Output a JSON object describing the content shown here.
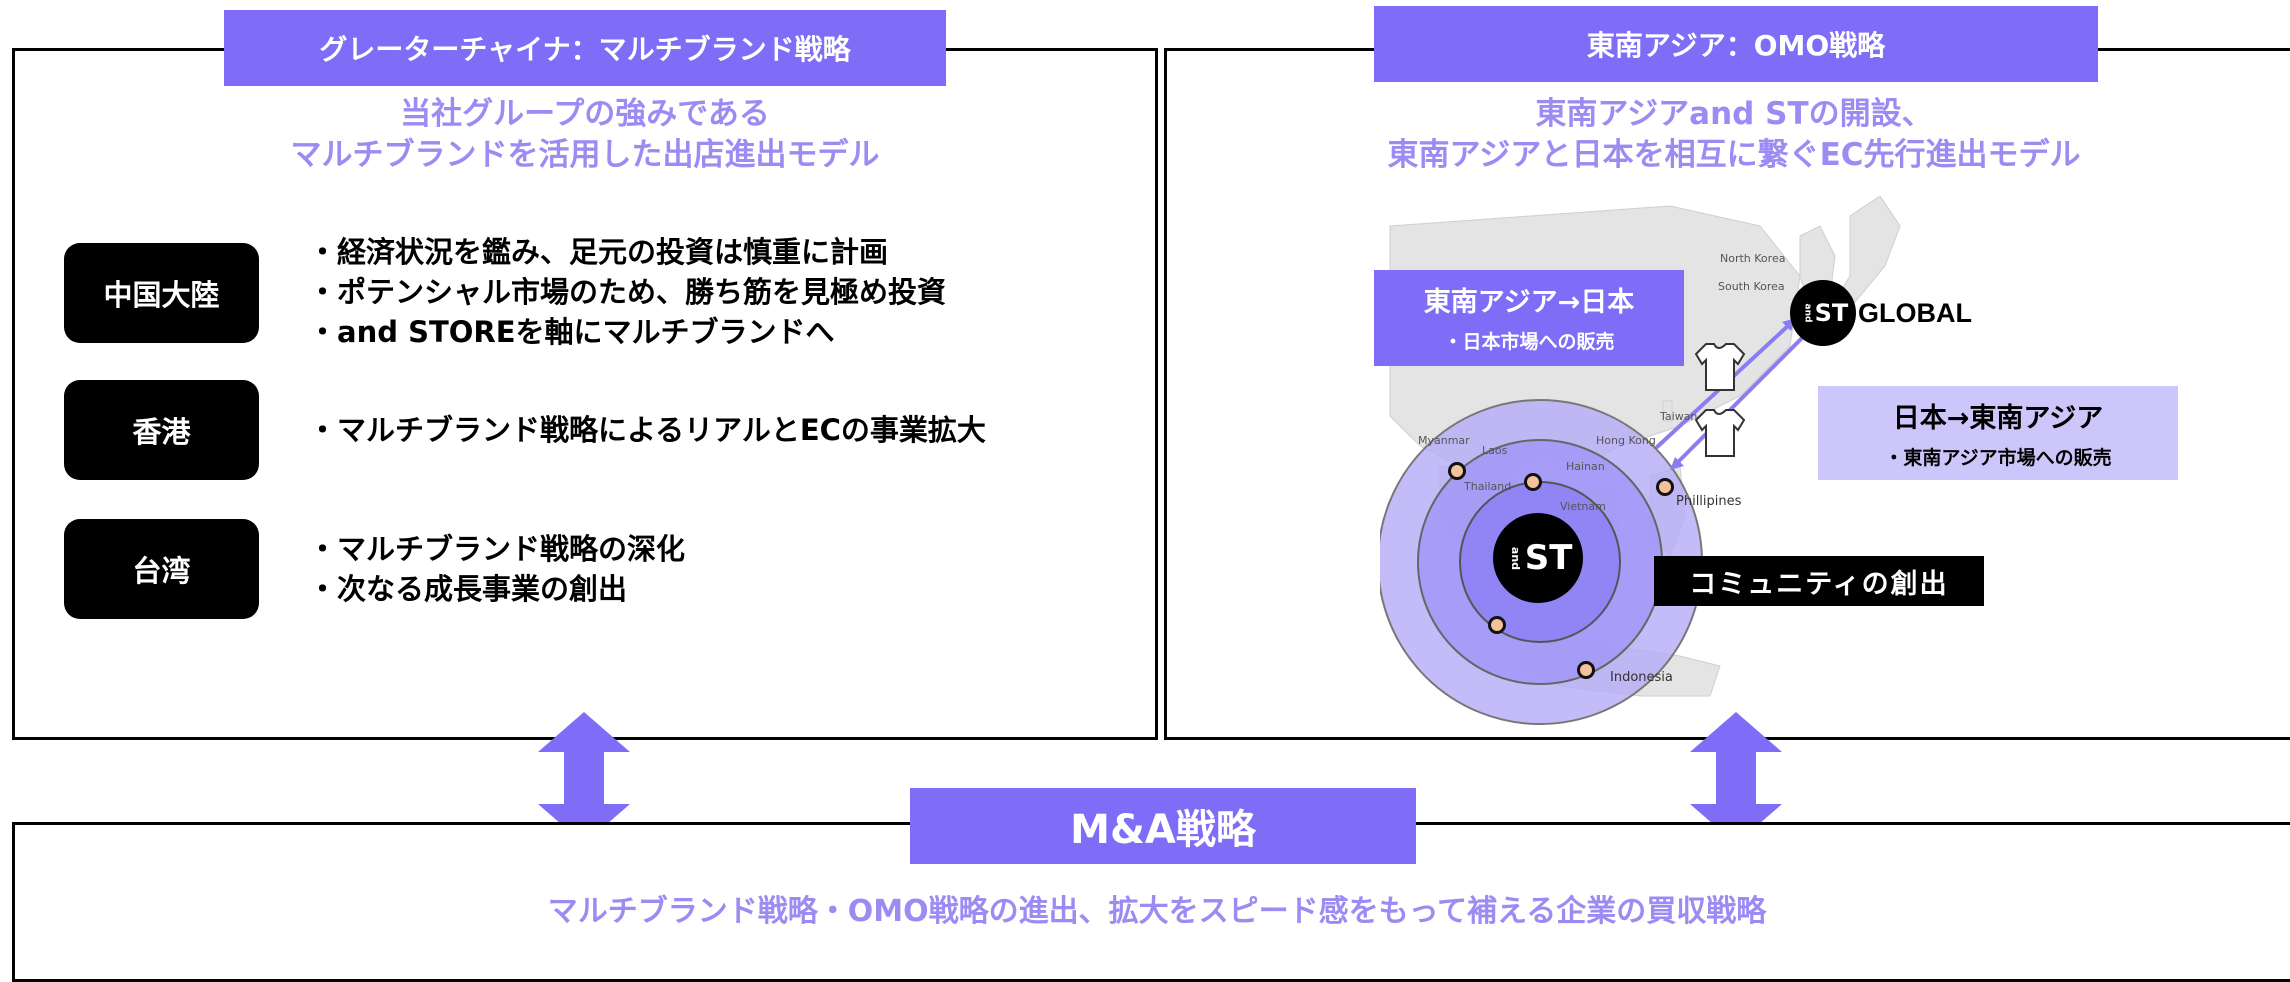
{
  "greater_china": {
    "title": "グレーターチャイナ：マルチブランド戦略",
    "subtitle_line1": "当社グループの強みである",
    "subtitle_line2": "マルチブランドを活用した出店進出モデル",
    "regions": [
      {
        "label": "中国大陸",
        "bullets": [
          "・経済状況を鑑み、足元の投資は慎重に計画",
          "・ポテンシャル市場のため、勝ち筋を見極め投資",
          "・and STOREを軸にマルチブランドへ"
        ]
      },
      {
        "label": "香港",
        "bullets": [
          "・マルチブランド戦略によるリアルとECの事業拡大"
        ]
      },
      {
        "label": "台湾",
        "bullets": [
          "・マルチブランド戦略の深化",
          "・次なる成長事業の創出"
        ]
      }
    ]
  },
  "southeast_asia": {
    "title": "東南アジア：OMO戦略",
    "subtitle_line1": "東南アジアand STの開設、",
    "subtitle_line2": "東南アジアと日本を相互に繋ぐEC先行進出モデル",
    "sea_to_japan": {
      "title": "東南アジア→日本",
      "detail": "・日本市場への販売"
    },
    "japan_to_sea": {
      "title": "日本→東南アジア",
      "detail": "・東南アジア市場への販売"
    },
    "global_logo": {
      "mark": "ST",
      "small": "and",
      "word": "GLOBAL"
    },
    "center_logo": {
      "mark": "ST",
      "small": "and"
    },
    "community_label": "コミュニティの創出",
    "map_labels": {
      "north_korea": "North Korea",
      "south_korea": "South Korea",
      "taiwan": "Taiwan",
      "myanmar": "Myanmar",
      "laos": "Laos",
      "thailand": "Thailand",
      "vietnam": "Vietnam",
      "hainan": "Hainan",
      "hong_kong": "Hong Kong",
      "philippines": "Phillipines",
      "indonesia": "Indonesia"
    }
  },
  "ma": {
    "title": "M&A戦略",
    "subtitle": "マルチブランド戦略・OMO戦略の進出、拡大をスピード感をもって補える企業の買収戦略"
  },
  "colors": {
    "accent": "#7f6cf7",
    "accent_light": "#9b8cf4",
    "box_light": "#cdc6fb",
    "dot": "#f4c19a"
  }
}
